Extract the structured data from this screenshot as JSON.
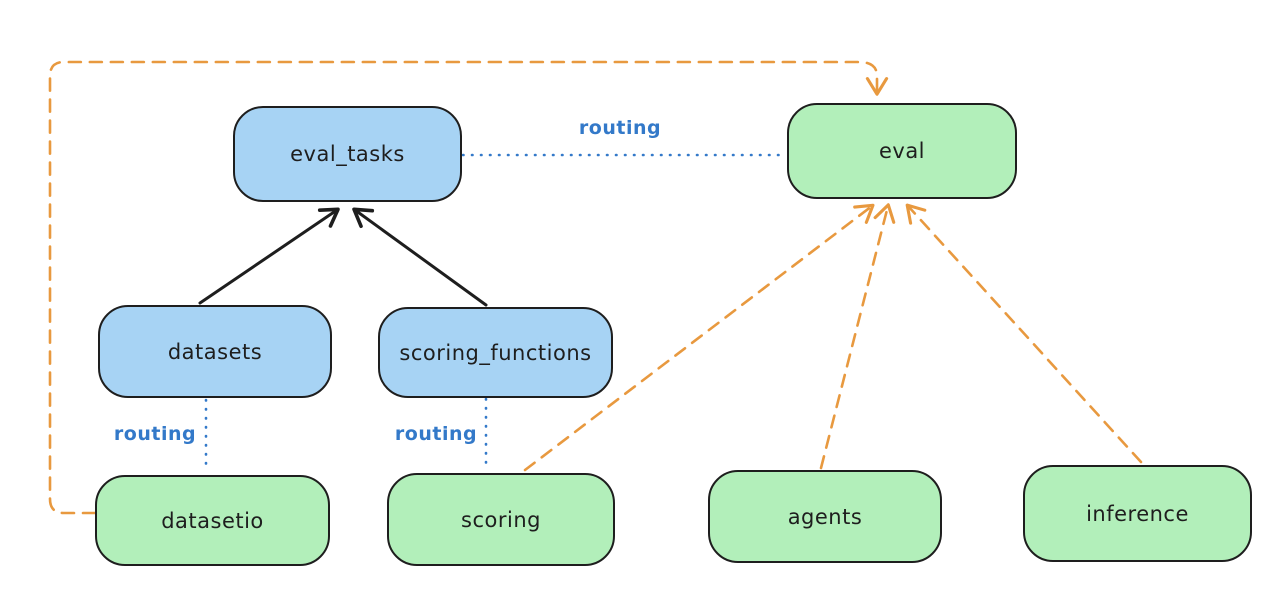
{
  "diagram": {
    "type": "flow-diagram",
    "background": "#ffffff",
    "colors": {
      "node_blue_fill": "#a7d3f4",
      "node_green_fill": "#b2efba",
      "node_stroke": "#1e1e1e",
      "text": "#1e1e1e",
      "black_arrow": "#1e1e1e",
      "routing_blue": "#3379c9",
      "provider_orange": "#e8993f"
    },
    "nodes": [
      {
        "id": "eval_tasks",
        "label": "eval_tasks",
        "kind": "blue"
      },
      {
        "id": "eval",
        "label": "eval",
        "kind": "green"
      },
      {
        "id": "datasets",
        "label": "datasets",
        "kind": "blue"
      },
      {
        "id": "scoring_functions",
        "label": "scoring_functions",
        "kind": "blue"
      },
      {
        "id": "datasetio",
        "label": "datasetio",
        "kind": "green"
      },
      {
        "id": "scoring",
        "label": "scoring",
        "kind": "green"
      },
      {
        "id": "agents",
        "label": "agents",
        "kind": "green"
      },
      {
        "id": "inference",
        "label": "inference",
        "kind": "green"
      }
    ],
    "edges": [
      {
        "from": "datasets",
        "to": "eval_tasks",
        "style": "solid",
        "color": "black",
        "arrow": true
      },
      {
        "from": "scoring_functions",
        "to": "eval_tasks",
        "style": "solid",
        "color": "black",
        "arrow": true
      },
      {
        "from": "eval_tasks",
        "to": "eval",
        "style": "dotted",
        "color": "blue",
        "arrow": false,
        "label": "routing"
      },
      {
        "from": "datasets",
        "to": "datasetio",
        "style": "dotted",
        "color": "blue",
        "arrow": false,
        "label": "routing"
      },
      {
        "from": "scoring_functions",
        "to": "scoring",
        "style": "dotted",
        "color": "blue",
        "arrow": false,
        "label": "routing"
      },
      {
        "from": "datasetio",
        "to": "eval",
        "style": "dashed",
        "color": "orange",
        "arrow": true
      },
      {
        "from": "scoring",
        "to": "eval",
        "style": "dashed",
        "color": "orange",
        "arrow": true
      },
      {
        "from": "agents",
        "to": "eval",
        "style": "dashed",
        "color": "orange",
        "arrow": true
      },
      {
        "from": "inference",
        "to": "eval",
        "style": "dashed",
        "color": "orange",
        "arrow": true
      }
    ],
    "edge_labels": {
      "routing_eval": "routing",
      "routing_datasetio": "routing",
      "routing_scoring": "routing"
    }
  }
}
